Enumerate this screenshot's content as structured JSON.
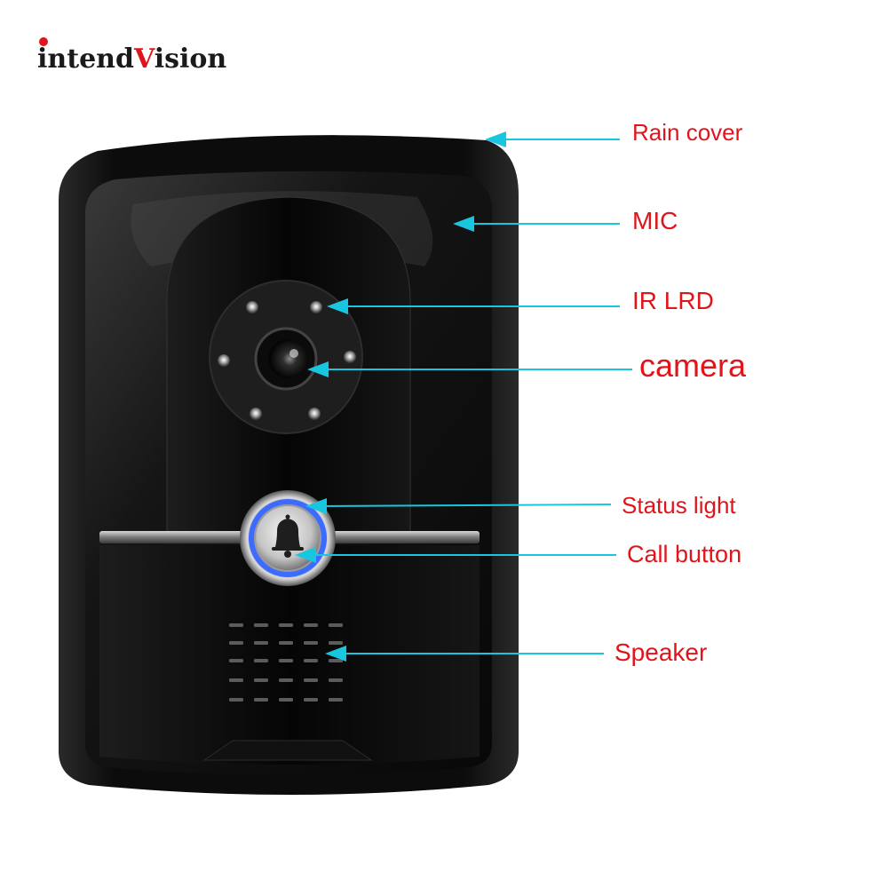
{
  "brand": {
    "name": "intendVision",
    "prefix": "intend",
    "initial": "V",
    "suffix": "ision",
    "dark_color": "#1a1a1a",
    "accent_color": "#e0151c"
  },
  "colors": {
    "label": "#e0151c",
    "leader_line": "#19c6e0",
    "status_ring": "#3d6bff"
  },
  "callouts": [
    {
      "id": "rain-cover",
      "label": "Rain cover"
    },
    {
      "id": "mic",
      "label": "MIC"
    },
    {
      "id": "ir-led",
      "label": "IR LRD"
    },
    {
      "id": "camera",
      "label": "camera"
    },
    {
      "id": "status-light",
      "label": "Status light"
    },
    {
      "id": "call-button",
      "label": "Call button"
    },
    {
      "id": "speaker",
      "label": "Speaker"
    }
  ],
  "icons": {
    "call_button": "bell-icon"
  }
}
